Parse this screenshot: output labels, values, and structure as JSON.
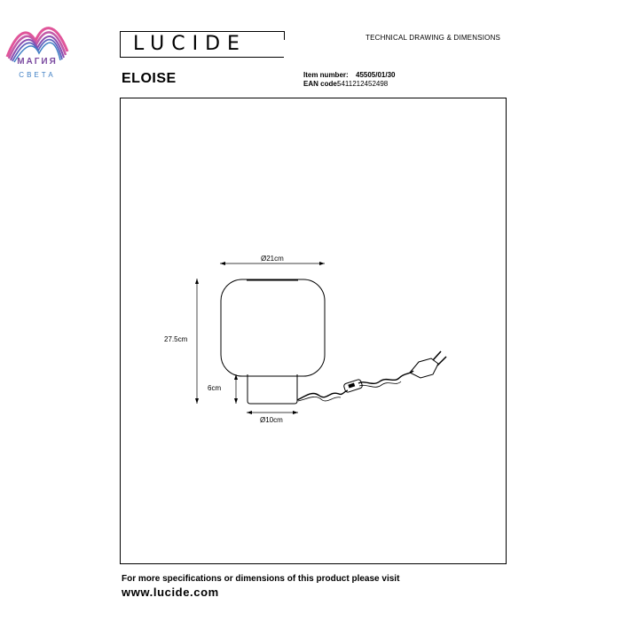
{
  "watermark": {
    "text": "МАГИЯ",
    "subtext": "СВЕТА",
    "colors": [
      "#e0559a",
      "#8a4fb0",
      "#3f7fc4"
    ]
  },
  "header": {
    "brand": "LUCIDE",
    "document_type": "TECHNICAL DRAWING & DIMENSIONS",
    "product_name": "ELOISE",
    "item_number_label": "Item number:",
    "item_number_value": "45505/01/30",
    "ean_label": "EAN code:",
    "ean_value": "5411212452498"
  },
  "drawing": {
    "top_diameter": "Ø21cm",
    "total_height": "27.5cm",
    "base_height": "6cm",
    "base_diameter": "Ø10cm",
    "components": [
      "glass-shade",
      "cylindrical-base",
      "power-cord",
      "inline-switch",
      "euro-plug"
    ]
  },
  "footer": {
    "line1": "For more specifications or dimensions of this product please visit",
    "line2": "www.lucide.com"
  }
}
